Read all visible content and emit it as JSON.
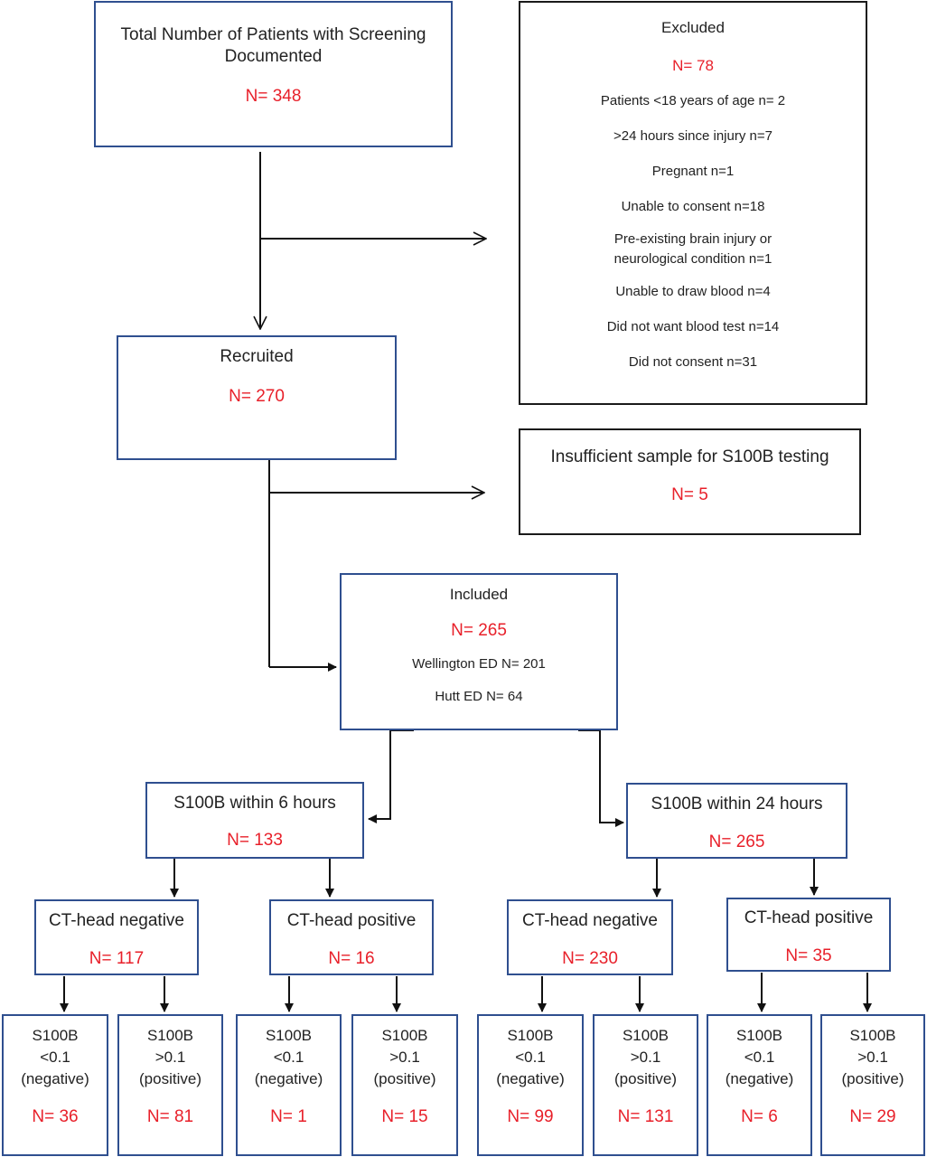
{
  "colors": {
    "box_border": "#2f4f8f",
    "excluded_border": "#1a1a1a",
    "count_text": "#e8202a",
    "connector": "#111111"
  },
  "screening": {
    "title": "Total Number of Patients with Screening Documented",
    "count": "N= 348"
  },
  "excluded": {
    "title": "Excluded",
    "count": "N= 78",
    "reasons": [
      "Patients <18 years of age n= 2",
      ">24 hours since injury n=7",
      "Pregnant n=1",
      "Unable to consent n=18",
      "Pre-existing brain injury or neurological condition n=1",
      "Unable to draw blood n=4",
      "Did not want blood test n=14",
      "Did not consent n=31"
    ]
  },
  "recruited": {
    "title": "Recruited",
    "count": "N= 270"
  },
  "insufficient": {
    "title": "Insufficient sample for S100B testing",
    "count": "N= 5"
  },
  "included": {
    "title": "Included",
    "count": "N= 265",
    "sites": [
      "Wellington ED N= 201",
      "Hutt ED N= 64"
    ]
  },
  "within6": {
    "title": "S100B within 6 hours",
    "count": "N= 133",
    "ct_negative": {
      "title": "CT-head negative",
      "count": "N= 117",
      "low": {
        "line1": "S100B",
        "line2": "<0.1",
        "line3": "(negative)",
        "count": "N= 36"
      },
      "high": {
        "line1": "S100B",
        "line2": ">0.1",
        "line3": "(positive)",
        "count": "N= 81"
      }
    },
    "ct_positive": {
      "title": "CT-head positive",
      "count": "N= 16",
      "low": {
        "line1": "S100B",
        "line2": "<0.1",
        "line3": "(negative)",
        "count": "N= 1"
      },
      "high": {
        "line1": "S100B",
        "line2": ">0.1",
        "line3": "(positive)",
        "count": "N= 15"
      }
    }
  },
  "within24": {
    "title": "S100B within 24 hours",
    "count": "N= 265",
    "ct_negative": {
      "title": "CT-head negative",
      "count": "N= 230",
      "low": {
        "line1": "S100B",
        "line2": "<0.1",
        "line3": "(negative)",
        "count": "N= 99"
      },
      "high": {
        "line1": "S100B",
        "line2": ">0.1",
        "line3": "(positive)",
        "count": "N= 131"
      }
    },
    "ct_positive": {
      "title": "CT-head positive",
      "count": "N= 35",
      "low": {
        "line1": "S100B",
        "line2": "<0.1",
        "line3": "(negative)",
        "count": "N= 6"
      },
      "high": {
        "line1": "S100B",
        "line2": ">0.1",
        "line3": "(positive)",
        "count": "N= 29"
      }
    }
  }
}
